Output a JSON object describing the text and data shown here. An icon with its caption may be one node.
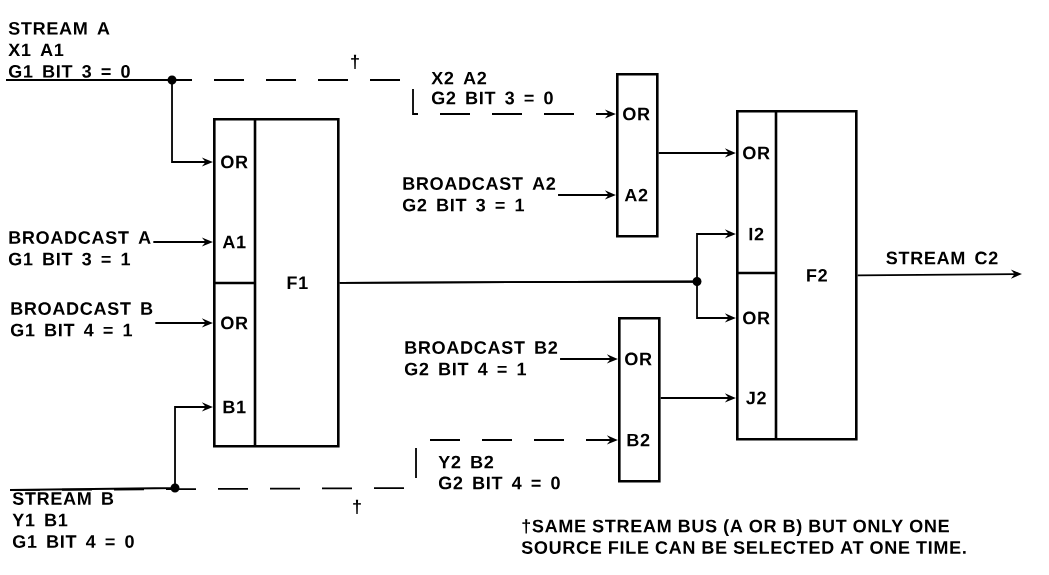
{
  "diagram": {
    "nodes": [
      {
        "text": [
          "STREAM A",
          "X1 A1",
          "G1 BIT 3 = 0"
        ]
      },
      {
        "text": [
          "BROADCAST A",
          "G1 BIT 3 = 1"
        ]
      },
      {
        "text": [
          "BROADCAST B",
          "G1 BIT 4 = 1"
        ]
      },
      {
        "text": [
          "STREAM B",
          "Y1 B1",
          "G1 BIT 4 = 0"
        ]
      },
      {
        "text": [
          "F1"
        ]
      },
      {
        "text": [
          "OR"
        ],
        "in": 4
      },
      {
        "text": [
          "A1"
        ],
        "in": 4
      },
      {
        "text": [
          "OR"
        ],
        "in": 4
      },
      {
        "text": [
          "B1"
        ],
        "in": 4
      },
      {
        "text": [
          "BROADCAST A2",
          "G2 BIT 3 = 1"
        ]
      },
      {
        "text": [],
        "shape": "box"
      },
      {
        "text": [
          "OR"
        ],
        "in": 10
      },
      {
        "text": [
          "A2"
        ],
        "in": 10
      },
      {
        "text": [
          "BROADCAST B2",
          "G2 BIT 4 = 1"
        ]
      },
      {
        "text": [],
        "shape": "box"
      },
      {
        "text": [
          "OR"
        ],
        "in": 14
      },
      {
        "text": [
          "B2"
        ],
        "in": 14
      },
      {
        "text": [
          "F2"
        ]
      },
      {
        "text": [
          "OR"
        ],
        "in": 17
      },
      {
        "text": [
          "I2"
        ],
        "in": 17
      },
      {
        "text": [
          "OR"
        ],
        "in": 17
      },
      {
        "text": [
          "J2"
        ],
        "in": 17
      }
    ],
    "edges": [
      {
        "from": 0,
        "to": 5,
        "arrow": "to"
      },
      {
        "from": 0,
        "to": 11,
        "arrow": "to",
        "style": "dashed"
      },
      {
        "from": 1,
        "to": 6,
        "arrow": "to"
      },
      {
        "from": 2,
        "to": 7,
        "arrow": "to"
      },
      {
        "from": 3,
        "to": 8,
        "arrow": "to"
      },
      {
        "from": 3,
        "to": 16,
        "arrow": "to",
        "style": "dashed"
      },
      {
        "from": 9,
        "to": 12,
        "arrow": "to"
      },
      {
        "from": 13,
        "to": 15,
        "arrow": "to"
      },
      {
        "from": 4,
        "to": 19,
        "arrow": "to"
      },
      {
        "from": 4,
        "to": 20,
        "arrow": "to"
      },
      {
        "from": 10,
        "to": 18,
        "arrow": "to"
      },
      {
        "from": 14,
        "to": 21,
        "arrow": "to"
      },
      {
        "from": 17,
        "to": null,
        "arrow": "to",
        "label": "STREAM C2"
      }
    ],
    "labels": [
      "†",
      "X2 A2",
      "G2 BIT 3 = 0",
      "Y2 B2",
      "G2 BIT 4 = 0",
      "†",
      "†SAME STREAM BUS (A OR B) BUT ONLY ONE SOURCE FILE CAN BE SELECTED AT ONE TIME."
    ]
  }
}
